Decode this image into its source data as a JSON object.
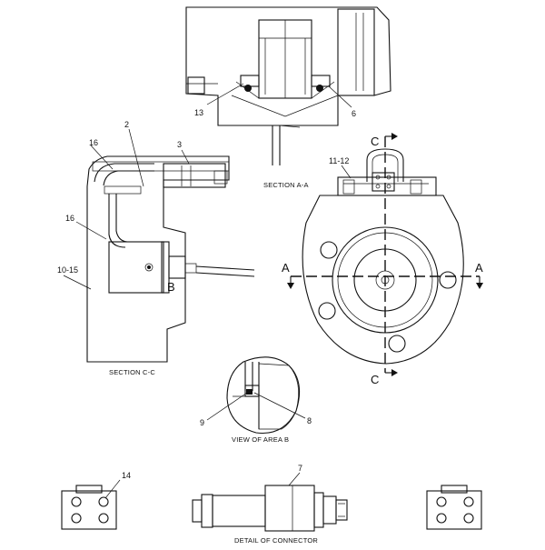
{
  "captions": {
    "section_aa": "SECTION A-A",
    "section_cc": "SECTION C-C",
    "view_area_b": "VIEW OF AREA B",
    "detail_connector": "DETAIL OF CONNECTOR"
  },
  "callouts": {
    "c13": "13",
    "c6": "6",
    "c2": "2",
    "c3": "3",
    "c16a": "16",
    "c16b": "16",
    "c10_15": "10-15",
    "cB": "B",
    "c11_12": "11-12",
    "c9": "9",
    "c8": "8",
    "c14": "14",
    "c7": "7"
  },
  "section_marks": {
    "a_left": "A",
    "a_right": "A",
    "c_top": "C",
    "c_bottom": "C"
  }
}
